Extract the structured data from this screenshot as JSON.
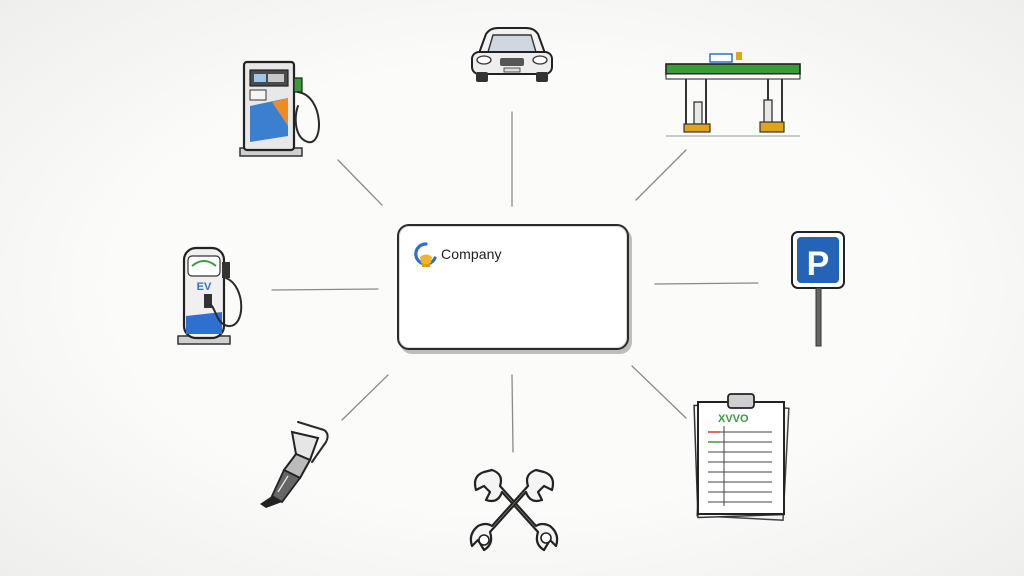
{
  "hub": {
    "company_name": "Company",
    "logo_icon": "company-logo-icon",
    "logo_colors": [
      "#2f6fd1",
      "#f0b429"
    ]
  },
  "spokes": [
    {
      "name": "fuel-pump-icon"
    },
    {
      "name": "car-icon"
    },
    {
      "name": "gas-station-icon"
    },
    {
      "name": "ev-charger-icon"
    },
    {
      "name": "parking-sign-icon"
    },
    {
      "name": "nozzle-icon"
    },
    {
      "name": "wrench-icon"
    },
    {
      "name": "clipboard-icon"
    }
  ],
  "ev_charger": {
    "label": "EV"
  },
  "parking_sign": {
    "letter": "P"
  },
  "clipboard": {
    "header": "XVVO"
  },
  "colors": {
    "line": "#8a8a8a",
    "accent_blue": "#2f6fd1",
    "accent_green": "#3a9b3a",
    "accent_orange": "#f08a24",
    "station_yellow": "#e0a31c"
  }
}
